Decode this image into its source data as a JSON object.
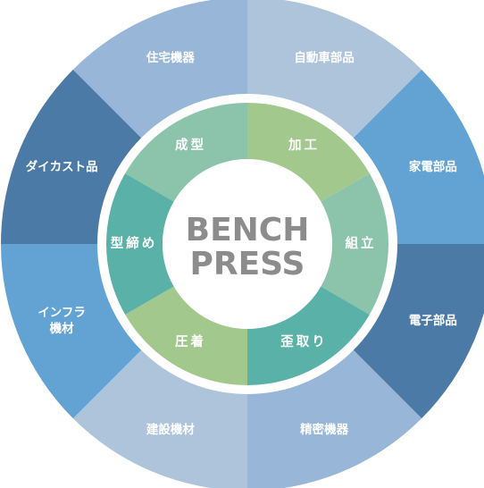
{
  "center": {
    "line1": "BENCH",
    "line2": "PRESS",
    "color": "#8c8c8c"
  },
  "inner_ring": [
    {
      "label": "加工",
      "color": "#a3c88d"
    },
    {
      "label": "組立",
      "color": "#8cc3ab"
    },
    {
      "label": "歪取り",
      "color": "#5ab1a7"
    },
    {
      "label": "圧着",
      "color": "#a3c88d"
    },
    {
      "label": "型締め",
      "color": "#5ab1a7"
    },
    {
      "label": "成型",
      "color": "#8cc3ab"
    }
  ],
  "outer_ring": [
    {
      "label": "自動車部品",
      "color": "#adc4da"
    },
    {
      "label": "家電部品",
      "color": "#62a3d4"
    },
    {
      "label": "電子部品",
      "color": "#4c7aa6"
    },
    {
      "label": "精密機器",
      "color": "#97b6d8"
    },
    {
      "label": "建設機材",
      "color": "#adc4da"
    },
    {
      "label": "インフラ機材",
      "color": "#62a3d4"
    },
    {
      "label": "ダイカスト品",
      "color": "#4c7aa6"
    },
    {
      "label": "住宅機器",
      "color": "#97b6d8"
    }
  ]
}
